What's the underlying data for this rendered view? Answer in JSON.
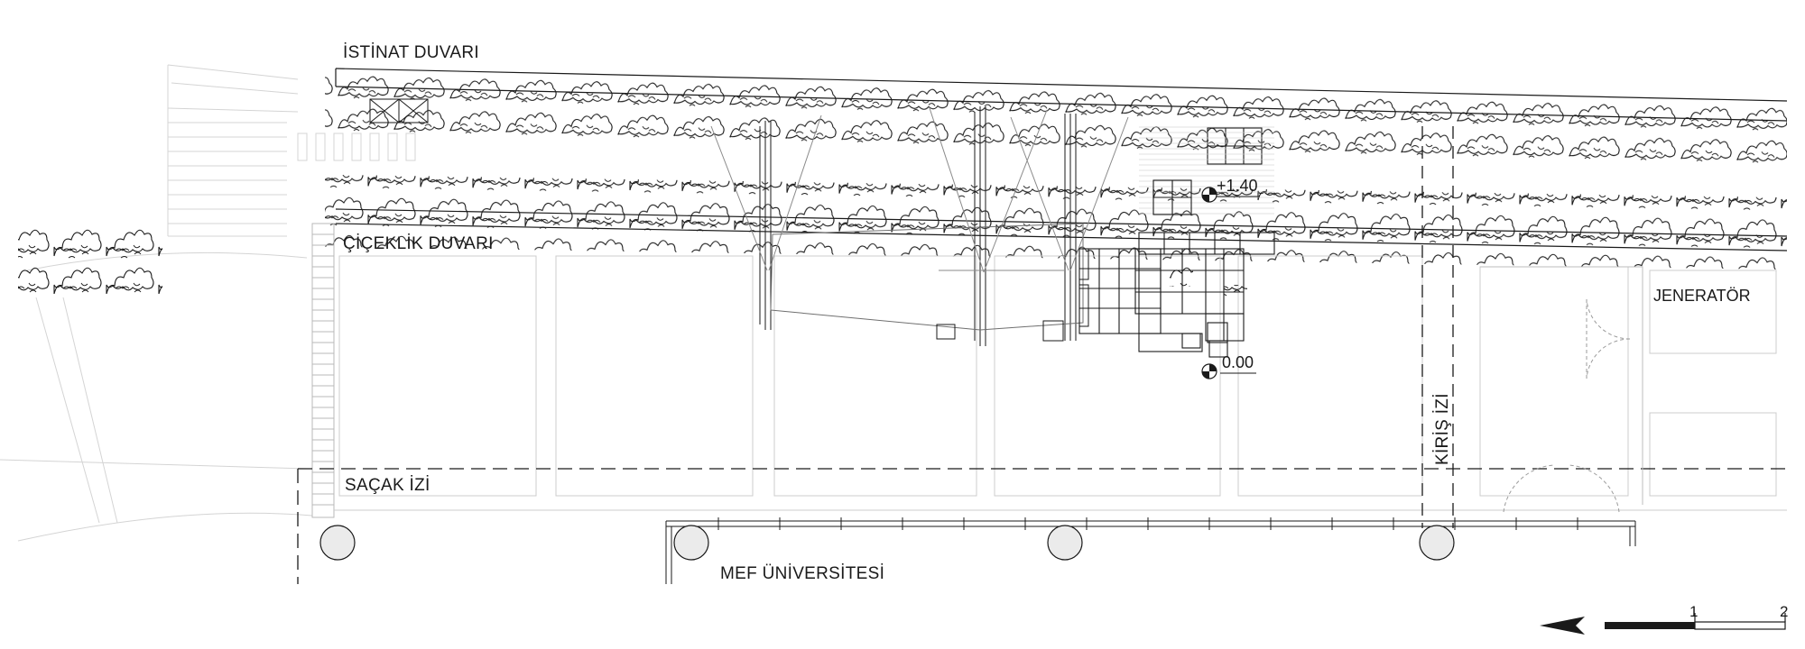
{
  "labels": {
    "istinat_duvari": "İSTİNAT DUVARI",
    "ciceklik_duvari": "ÇİÇEKLİK DUVARI",
    "sacak_izi": "SAÇAK İZİ",
    "kiris_izi": "KİRİŞ İZİ",
    "jenerator": "JENERATÖR",
    "mef_universitesi": "MEF ÜNİVERSİTESİ"
  },
  "levels": {
    "upper": "+1.40",
    "ground": "0.00"
  },
  "scale_bar": {
    "tick_1": "1",
    "tick_2": "2"
  },
  "icons": {
    "north_arrow": "arrow-left-icon",
    "level_marker": "level-datum-icon",
    "column": "circle-column-icon"
  },
  "colors": {
    "line": "#1a1a1a",
    "light_line": "#bdbdbd",
    "column_fill": "#ebebeb"
  }
}
